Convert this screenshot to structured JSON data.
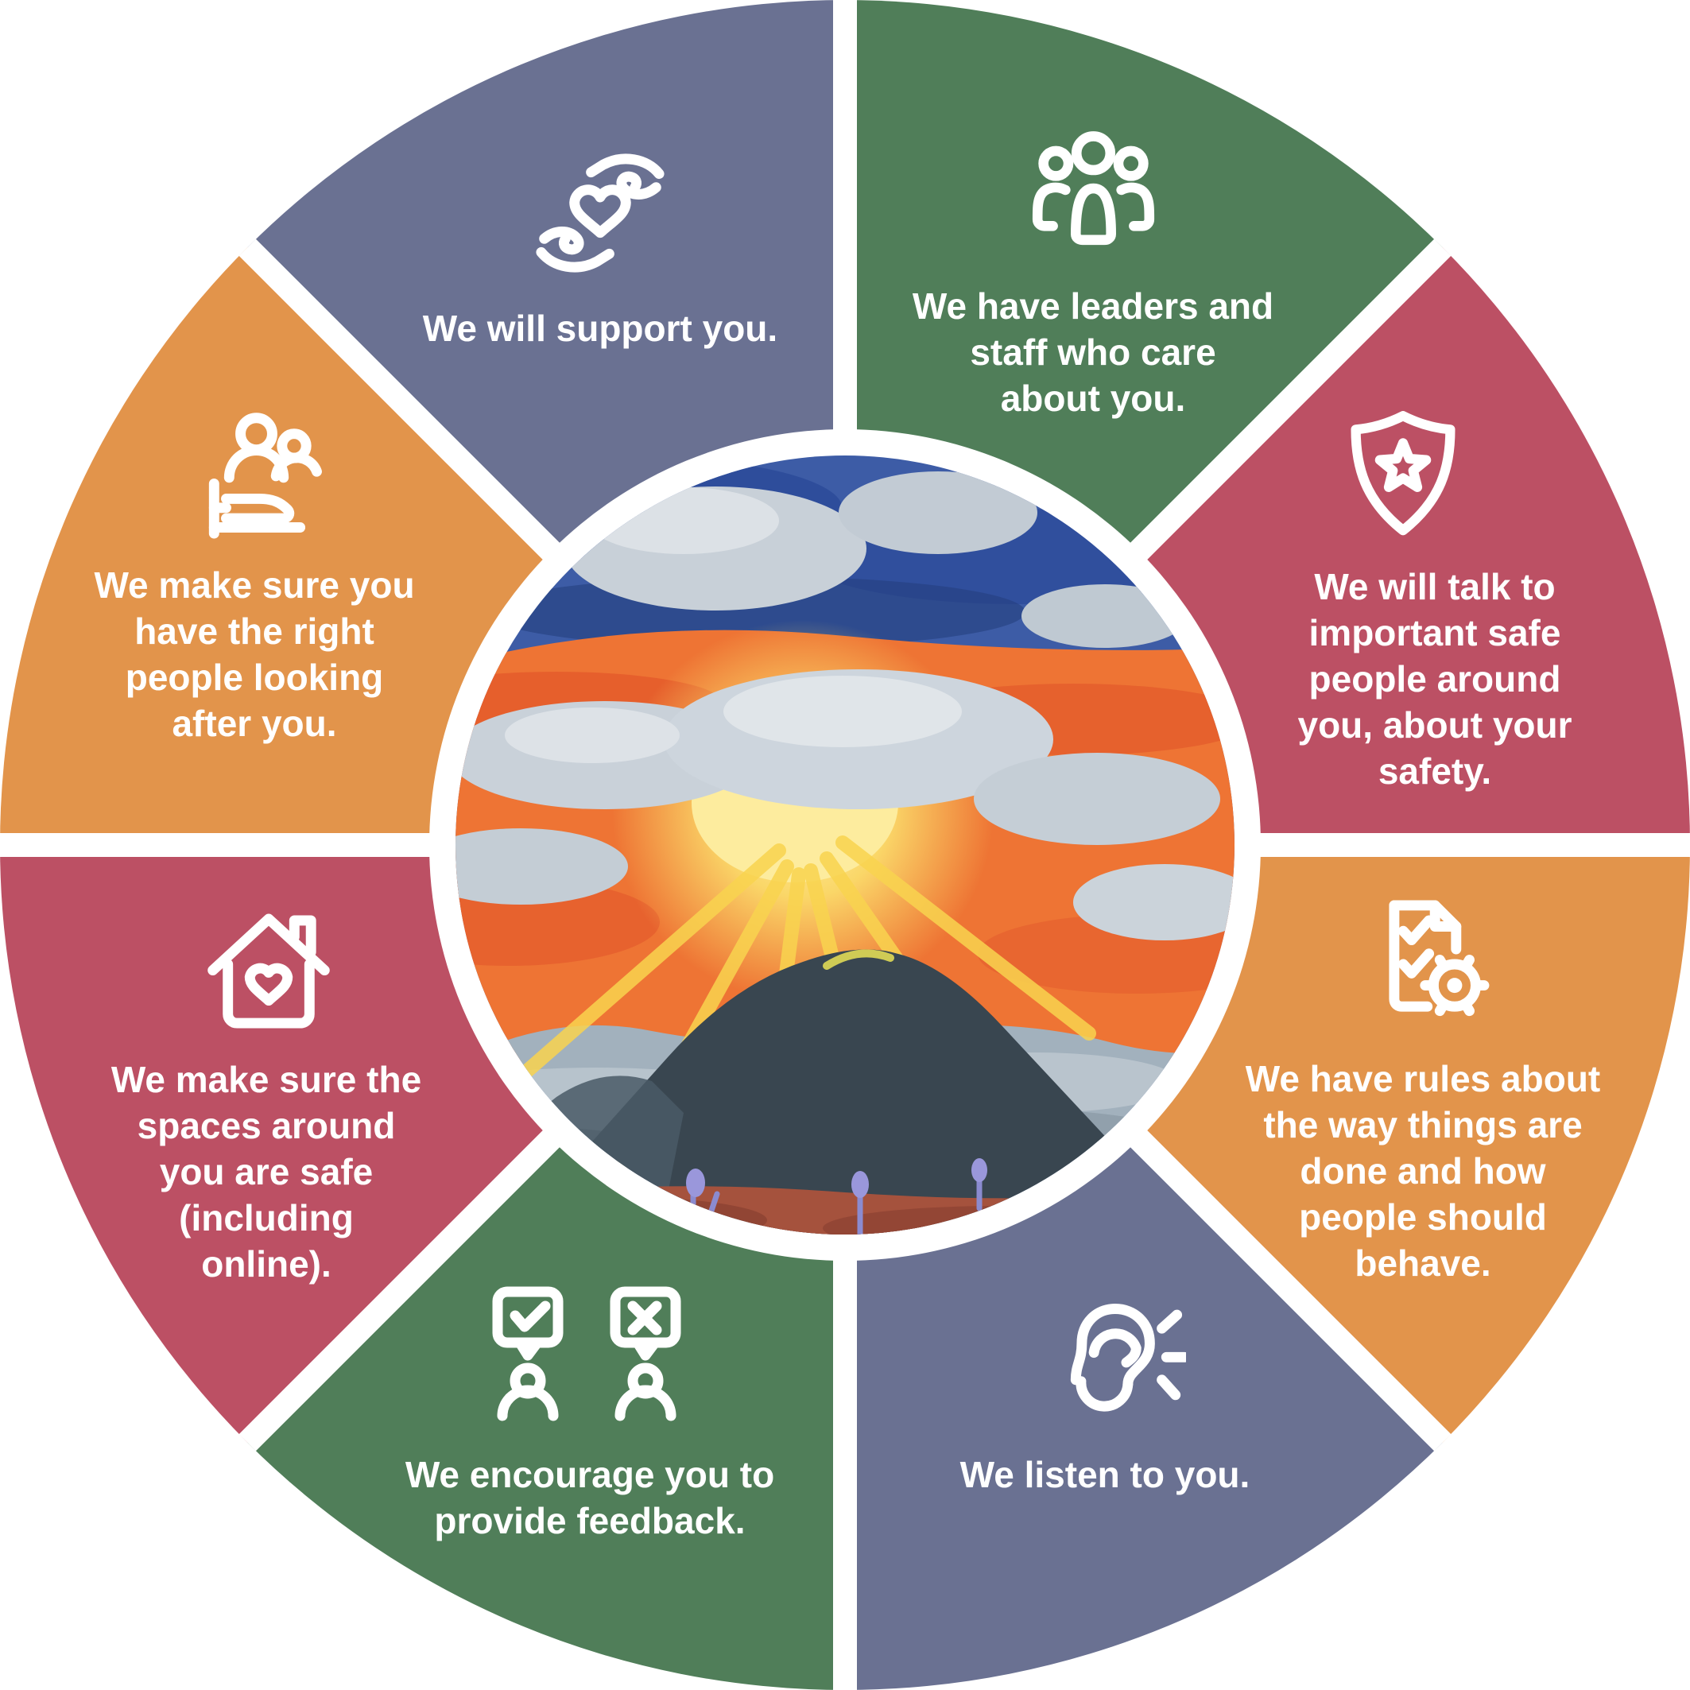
{
  "colors": {
    "slate": "#6A7192",
    "green": "#507E59",
    "red": "#BC5064",
    "orange": "#E2944B",
    "gap_white": "#FFFFFF"
  },
  "center_image": {
    "name": "sunset-over-mountains-painting"
  },
  "segments": [
    {
      "position": "top-right",
      "color": "#507E59",
      "icon": "staff-group-icon",
      "label": "We have leaders and\nstaff who care\nabout you."
    },
    {
      "position": "right-upper",
      "color": "#BC5064",
      "icon": "shield-star-icon",
      "label": "We will talk to\nimportant safe\npeople around\nyou, about your\nsafety."
    },
    {
      "position": "right-lower",
      "color": "#E2944B",
      "icon": "rules-document-gear-icon",
      "label": "We have rules about\nthe way things are\ndone and how\npeople should\nbehave."
    },
    {
      "position": "bottom-right",
      "color": "#6A7192",
      "icon": "ear-icon",
      "label": "We listen to you."
    },
    {
      "position": "bottom-left",
      "color": "#507E59",
      "icon": "feedback-bubbles-icon",
      "label": "We encourage you to\nprovide feedback."
    },
    {
      "position": "left-lower",
      "color": "#BC5064",
      "icon": "house-heart-icon",
      "label": "We make sure the\nspaces around\nyou are safe\n(including\nonline)."
    },
    {
      "position": "left-upper",
      "color": "#E2944B",
      "icon": "carer-bed-icon",
      "label": "We make sure you\nhave the right\npeople looking\nafter you."
    },
    {
      "position": "top-left",
      "color": "#6A7192",
      "icon": "hands-heart-icon",
      "label": "We will support you."
    }
  ]
}
